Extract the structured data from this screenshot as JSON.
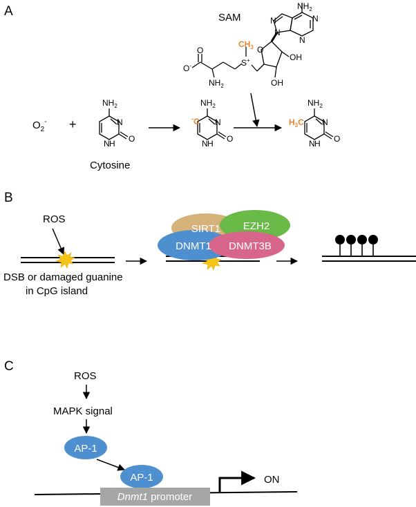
{
  "panels": {
    "a": {
      "letter": "A",
      "sam_label": "SAM",
      "superoxide": "O",
      "superoxide_sub": "2",
      "superoxide_sup": "-",
      "plus": "+",
      "cytosine_label": "Cytosine",
      "atoms": {
        "nh2": "NH",
        "nh2_sub": "2",
        "n": "N",
        "nh": "H",
        "o": "O",
        "oh": "OH",
        "ominus": "O",
        "ominus_sup": "-",
        "sulfur": "S",
        "sulfur_sup": "+",
        "ch3": "CH",
        "ch3_sub": "3",
        "h3c": "H",
        "h3c_sub": "3",
        "h3c_c": "C",
        "carbanion": "C",
        "carbanion_sup": "-"
      },
      "methyl_color": "#e8852d"
    },
    "b": {
      "letter": "B",
      "ros_label": "ROS",
      "damage_line1": "DSB or damaged guanine",
      "damage_line2": "in CpG island",
      "proteins": [
        {
          "label": "SIRT1",
          "color": "#d4b27a"
        },
        {
          "label": "EZH2",
          "color": "#6aba48"
        },
        {
          "label": "DNMT1",
          "color": "#4e8fd0"
        },
        {
          "label": "DNMT3B",
          "color": "#d8668a"
        }
      ],
      "burst_color": "#f5c518"
    },
    "c": {
      "letter": "C",
      "ros_label": "ROS",
      "mapk_label": "MAPK signal",
      "ap1_label": "AP-1",
      "ap1_bound_label": "AP-1",
      "ap1_color": "#4e8fd0",
      "promoter_gene": "Dnmt1",
      "promoter_suffix": " promoter",
      "promoter_color": "#a6a6a6",
      "on_label": "ON"
    }
  }
}
